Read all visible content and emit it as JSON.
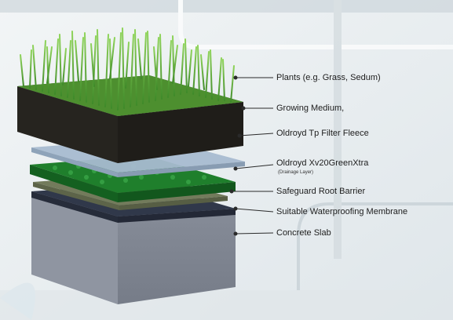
{
  "diagram": {
    "layers": [
      {
        "id": "plants",
        "label": "Plants (e.g. Grass, Sedum)",
        "color": "#5fa83a"
      },
      {
        "id": "growing",
        "label": "Growing Medium,",
        "color": "#2c2a26"
      },
      {
        "id": "filter",
        "label": "Oldroyd Tp Filter Fleece",
        "color": "#9eb2c7"
      },
      {
        "id": "drainage",
        "label": "Oldroyd Xv20GreenXtra",
        "sublabel": "(Drainage Layer)",
        "color": "#1f7a2a"
      },
      {
        "id": "root",
        "label": "Safeguard Root Barrier",
        "color": "#6f7a58"
      },
      {
        "id": "waterproofing",
        "label": "Suitable Waterproofing Membrane",
        "color": "#2f3545"
      },
      {
        "id": "concrete",
        "label": "Concrete Slab",
        "color": "#9aa0ac"
      }
    ]
  }
}
